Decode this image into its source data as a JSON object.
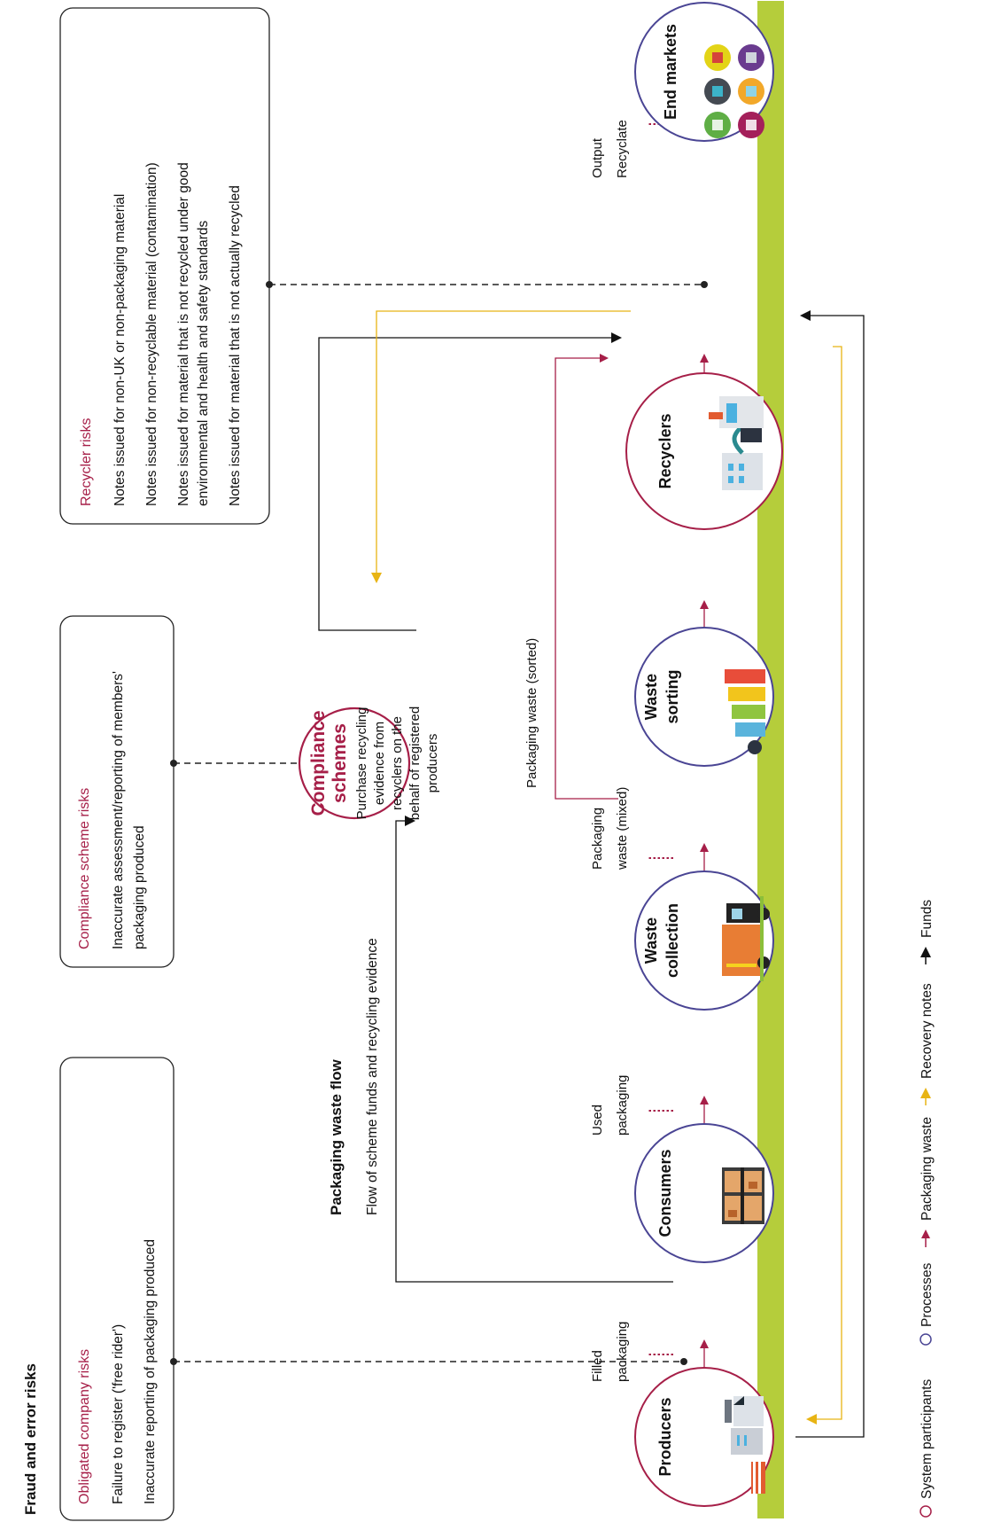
{
  "title": "Fraud and error risks",
  "risk_boxes": {
    "obligated": {
      "title": "Obligated company risks",
      "items": [
        "Failure to register ('free rider')",
        "Inaccurate reporting of packaging produced"
      ]
    },
    "compliance": {
      "title": "Compliance scheme risks",
      "lines": [
        "Inaccurate assessment/reporting of members'",
        "packaging produced"
      ]
    },
    "recycler": {
      "title": "Recycler risks",
      "lines": [
        "Notes issued for non-UK or non-packaging material",
        "Notes issued for non-recyclable material (contamination)",
        "Notes issued for material that is not recycled under good",
        "environmental and health and safety standards",
        "Notes issued for material that is not actually recycled"
      ]
    }
  },
  "flow": {
    "heading": "Packaging waste flow",
    "subheading": "Flow of scheme funds and recycling evidence"
  },
  "nodes": {
    "producers": "Producers",
    "consumers": "Consumers",
    "waste_collection": [
      "Waste",
      "collection"
    ],
    "waste_sorting": [
      "Waste",
      "sorting"
    ],
    "recyclers": "Recyclers",
    "end_markets": "End markets",
    "compliance": {
      "title": [
        "Compliance",
        "schemes"
      ],
      "desc": [
        "Purchase recycling",
        "evidence from",
        "recyclers on the",
        "behalf of registered",
        "producers"
      ]
    }
  },
  "edge_labels": {
    "filled": [
      "Filled",
      "packaging"
    ],
    "used": [
      "Used",
      "packaging"
    ],
    "mixed": [
      "Packaging",
      "waste (mixed)"
    ],
    "sorted": "Packaging waste (sorted)",
    "output": [
      "Output",
      "Recyclate"
    ]
  },
  "legend": {
    "participants": "System participants",
    "processes": "Processes",
    "packaging_waste": "Packaging waste",
    "recovery_notes": "Recovery notes",
    "funds": "Funds"
  },
  "colors": {
    "participant": "#a61f48",
    "process": "#4a4594",
    "recovery": "#e8b414",
    "funds": "#111111",
    "band": "#b5cd3b"
  }
}
